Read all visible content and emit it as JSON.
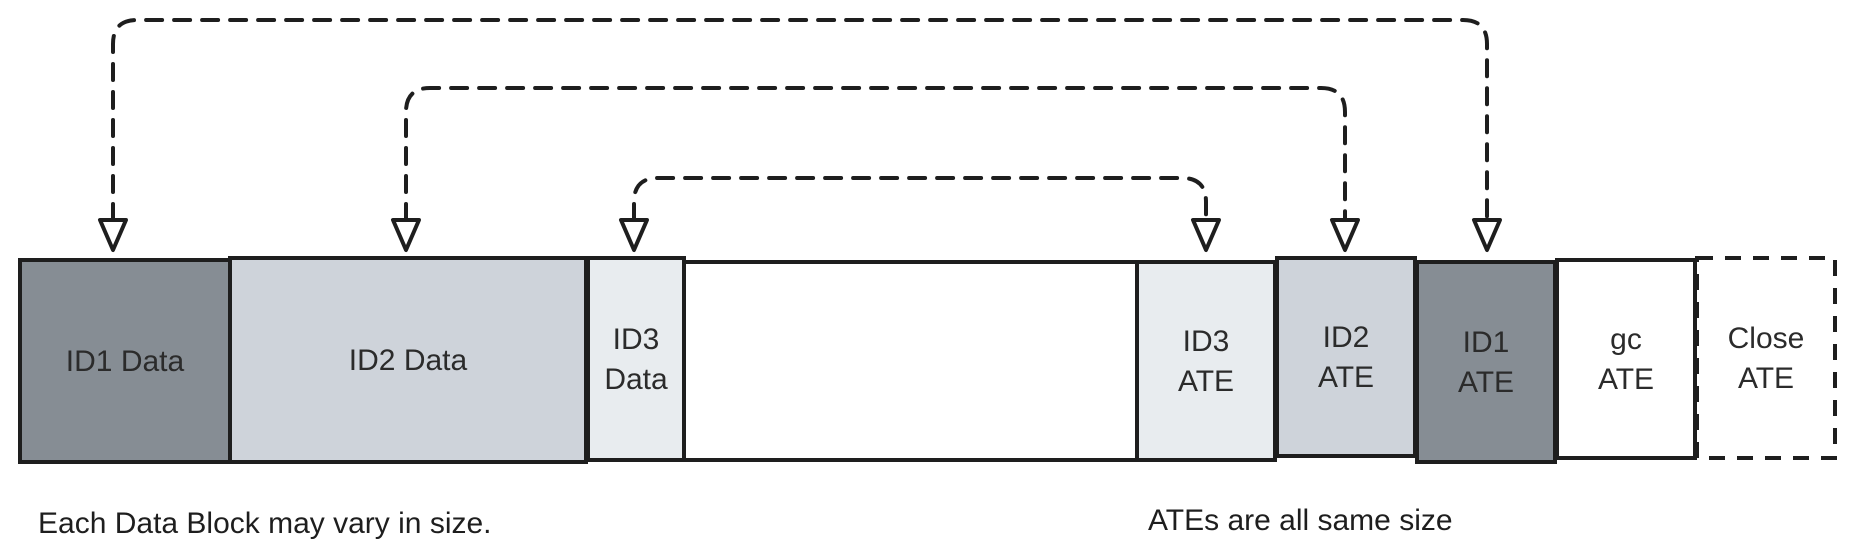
{
  "blocks": [
    {
      "id": "id1-data",
      "lines": [
        "ID1 Data"
      ],
      "fill": "#868d94",
      "style": "solid"
    },
    {
      "id": "id2-data",
      "lines": [
        "ID2 Data"
      ],
      "fill": "#ced3da",
      "style": "solid"
    },
    {
      "id": "id3-data",
      "lines": [
        "ID3",
        "Data"
      ],
      "fill": "#e8ecef",
      "style": "solid"
    },
    {
      "id": "free-space",
      "lines": [],
      "fill": "#ffffff",
      "style": "solid"
    },
    {
      "id": "id3-ate",
      "lines": [
        "ID3",
        "ATE"
      ],
      "fill": "#e8ecef",
      "style": "solid"
    },
    {
      "id": "id2-ate",
      "lines": [
        "ID2",
        "ATE"
      ],
      "fill": "#ced3da",
      "style": "solid"
    },
    {
      "id": "id1-ate",
      "lines": [
        "ID1",
        "ATE"
      ],
      "fill": "#868d94",
      "style": "solid"
    },
    {
      "id": "gc-ate",
      "lines": [
        "gc",
        "ATE"
      ],
      "fill": "#ffffff",
      "style": "solid"
    },
    {
      "id": "close-ate",
      "lines": [
        "Close",
        "ATE"
      ],
      "fill": "#ffffff",
      "style": "dashed"
    }
  ],
  "links": [
    {
      "id": "id1",
      "from": "id1-ate",
      "to": "id1-data",
      "style": "dashed"
    },
    {
      "id": "id2",
      "from": "id2-ate",
      "to": "id2-data",
      "style": "dashed"
    },
    {
      "id": "id3",
      "from": "id3-ate",
      "to": "id3-data",
      "style": "dashed"
    },
    {
      "id": "free",
      "from": "id3-data",
      "to": "id3-ate",
      "style": "dotted"
    }
  ],
  "captions": {
    "left": "Each Data Block may vary in size.",
    "right": "ATEs are all same size"
  },
  "colors": {
    "stroke": "#1e1e1e",
    "dark_gray": "#868d94",
    "mid_gray": "#ced3da",
    "light_gray": "#e8ecef"
  }
}
